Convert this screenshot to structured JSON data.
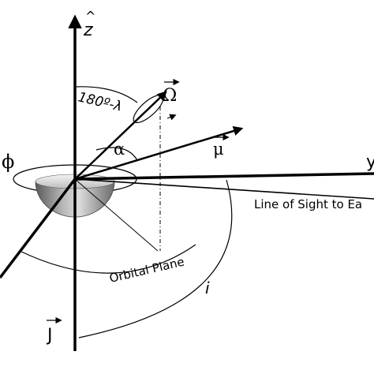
{
  "labels": {
    "z_axis": "z",
    "z_hat": "^",
    "angle_top": "180º-λ",
    "omega": "Ω",
    "mu": "μ",
    "alpha": "α",
    "phi": "ϕ",
    "line_of_sight": "Line of Sight to Ea",
    "orbital_plane": "Orbital Plane",
    "inclination": "i",
    "j_axis": "J",
    "right_cut": "y"
  }
}
